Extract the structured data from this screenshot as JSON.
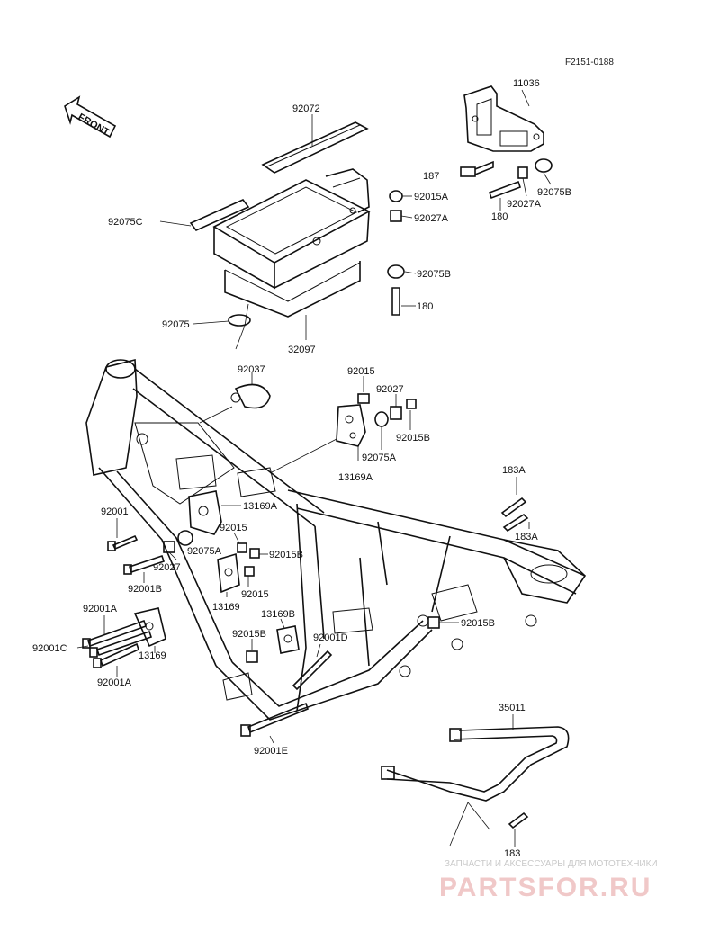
{
  "diagram_code": "F2151-0188",
  "front_arrow": {
    "text": "FRONT",
    "icon": "front-arrow-icon"
  },
  "labels": {
    "p11036": "11036",
    "p92072": "92072",
    "p187": "187",
    "p92015A_top": "92015A",
    "p92075B_tr": "92075B",
    "p92027A_top": "92027A",
    "p92027A_tr": "92027A",
    "p180_tr": "180",
    "p92075C": "92075C",
    "p92075B_mid": "92075B",
    "p180_mid": "180",
    "p92075": "92075",
    "p32097": "32097",
    "p92037": "92037",
    "p92015_a": "92015",
    "p92027_a": "92027",
    "p92015B_a": "92015B",
    "p92075A_a": "92075A",
    "p13169A_a": "13169A",
    "p183A_top": "183A",
    "p183A_bot": "183A",
    "p92001": "92001",
    "p13169A_b": "13169A",
    "p92015_b": "92015",
    "p92075A_b": "92075A",
    "p92015B_b": "92015B",
    "p92027_b": "92027",
    "p92001B": "92001B",
    "p92015_c": "92015",
    "p13169": "13169",
    "p92001A_top": "92001A",
    "p13169B": "13169B",
    "p92015B_c": "92015B",
    "p92015B_d": "92015B",
    "p92001D": "92001D",
    "p92001C": "92001C",
    "p13169_b": "13169",
    "p92001A_bot": "92001A",
    "p92001E": "92001E",
    "p35011": "35011",
    "p183": "183"
  },
  "watermark": {
    "line1": "ЗАПЧАСТИ И АКСЕССУАРЫ ДЛЯ МОТОТЕХНИКИ",
    "line2": "PARTSFOR.RU"
  }
}
